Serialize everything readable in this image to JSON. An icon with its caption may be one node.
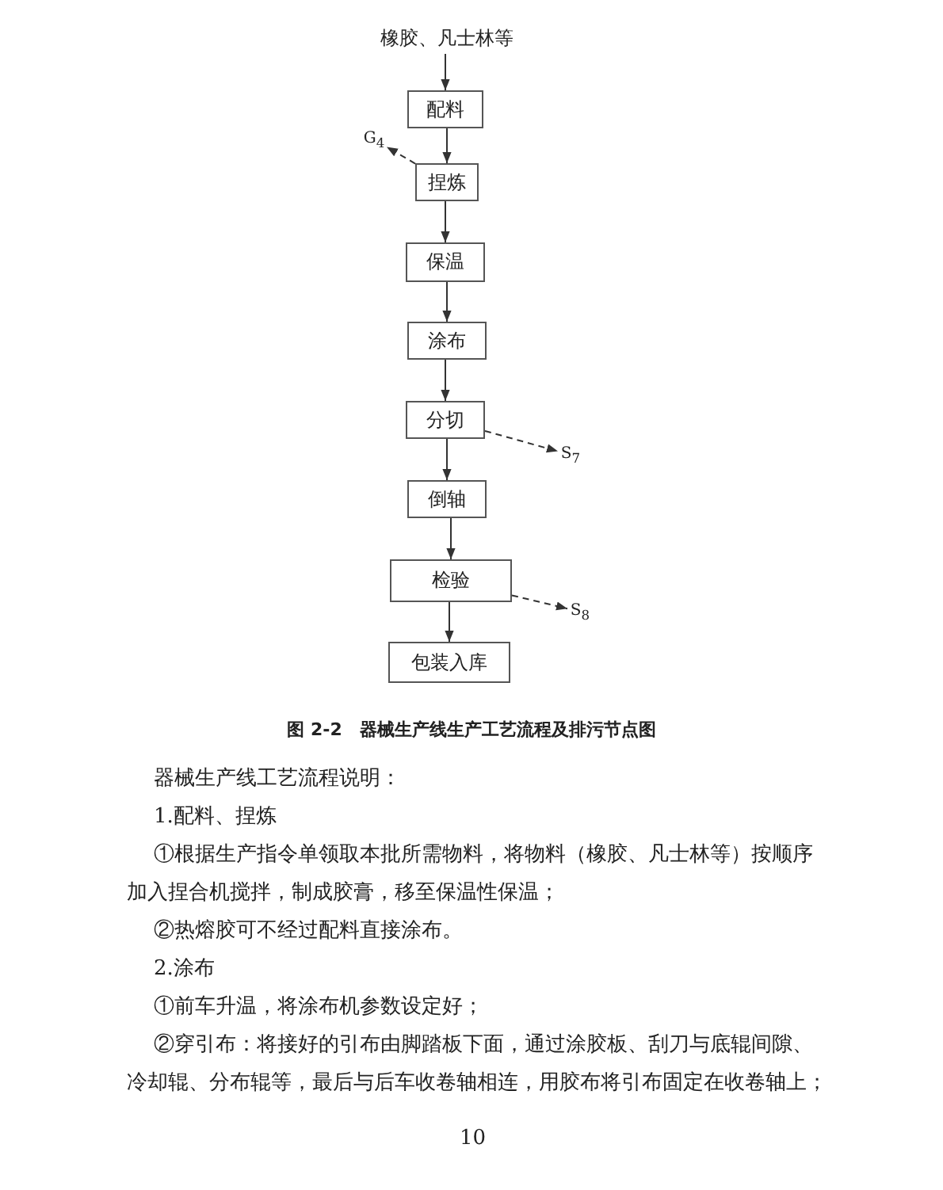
{
  "diagram": {
    "caption": "图 2-2　器械生产线生产工艺流程及排污节点图",
    "nodes": [
      {
        "text": [
          "橡胶、凡士林等"
        ]
      },
      {
        "text": [
          "配料"
        ]
      },
      {
        "text": [
          "捏炼"
        ]
      },
      {
        "text": [
          "保温"
        ]
      },
      {
        "text": [
          "涂布"
        ]
      },
      {
        "text": [
          "分切"
        ]
      },
      {
        "text": [
          "倒轴"
        ]
      },
      {
        "text": [
          "检验"
        ]
      },
      {
        "text": [
          "包装入库"
        ]
      },
      {
        "text": [
          "G$_{4}$"
        ]
      },
      {
        "text": [
          "S$_{7}$"
        ]
      },
      {
        "text": [
          "S$_{8}$"
        ]
      }
    ],
    "edges": [
      {
        "from": 0,
        "to": 1,
        "arrow": "to"
      },
      {
        "from": 1,
        "to": 2,
        "arrow": "to"
      },
      {
        "from": 2,
        "to": 3,
        "arrow": "to"
      },
      {
        "from": 3,
        "to": 4,
        "arrow": "to"
      },
      {
        "from": 4,
        "to": 5,
        "arrow": "to"
      },
      {
        "from": 5,
        "to": 6,
        "arrow": "to"
      },
      {
        "from": 6,
        "to": 7,
        "arrow": "to"
      },
      {
        "from": 7,
        "to": 8,
        "arrow": "to"
      },
      {
        "from": 2,
        "to": 9,
        "arrow": "to",
        "style": "dashed"
      },
      {
        "from": 5,
        "to": 10,
        "arrow": "to",
        "style": "dashed"
      },
      {
        "from": 7,
        "to": 11,
        "arrow": "to",
        "style": "dashed"
      }
    ],
    "labels": [
      "器械生产线工艺流程说明：",
      "1.配料、捏炼",
      "①根据生产指令单领取本批所需物料，将物料（橡胶、凡士林等）按顺序加入捏合机搅拌，制成胶膏，移至保温性保温；",
      "②热熔胶可不经过配料直接涂布。",
      "2.涂布",
      "①前车升温，将涂布机参数设定好；",
      "②穿引布：将接好的引布由脚踏板下面，通过涂胶板、刮刀与底辊间隙、冷却辊、分布辊等，最后与后车收卷轴相连，用胶布将引布固定在收卷轴上；",
      "10"
    ]
  }
}
